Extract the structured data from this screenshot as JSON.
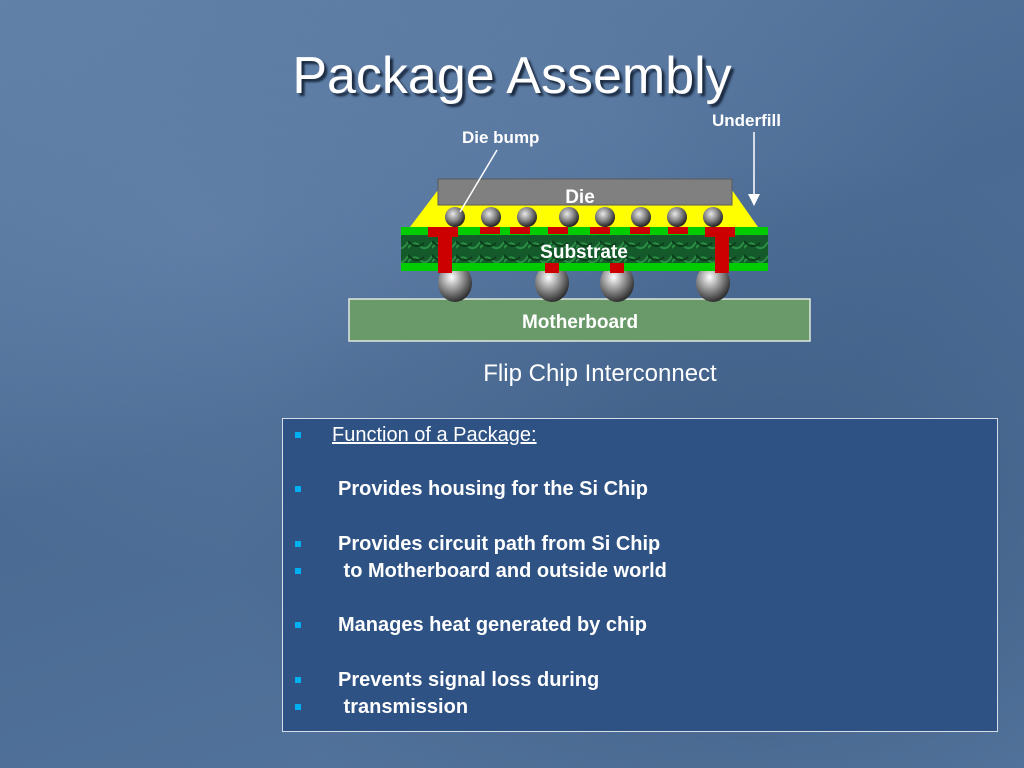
{
  "slide": {
    "title": "Package Assembly"
  },
  "diagram": {
    "labels": {
      "underfill": "Underfill",
      "die_bump": "Die bump",
      "die": "Die",
      "substrate": "Substrate",
      "motherboard": "Motherboard"
    },
    "caption": "Flip Chip Interconnect",
    "colors": {
      "die": "#808080",
      "underfill": "#ffff00",
      "substrate": "#127a2e",
      "substrate_edge": "#00cc00",
      "via": "#cc0000",
      "motherboard": "#6a9a6a"
    }
  },
  "textbox": {
    "bullets": [
      {
        "text": "Function of a Package:",
        "heading": true
      },
      {
        "text": "Provides housing for the Si Chip"
      },
      {
        "text": "Provides circuit path from Si Chip"
      },
      {
        "text": " to Motherboard and outside world"
      },
      {
        "text": "Manages heat generated by chip"
      },
      {
        "text": "Prevents signal loss during"
      },
      {
        "text": " transmission"
      }
    ]
  }
}
